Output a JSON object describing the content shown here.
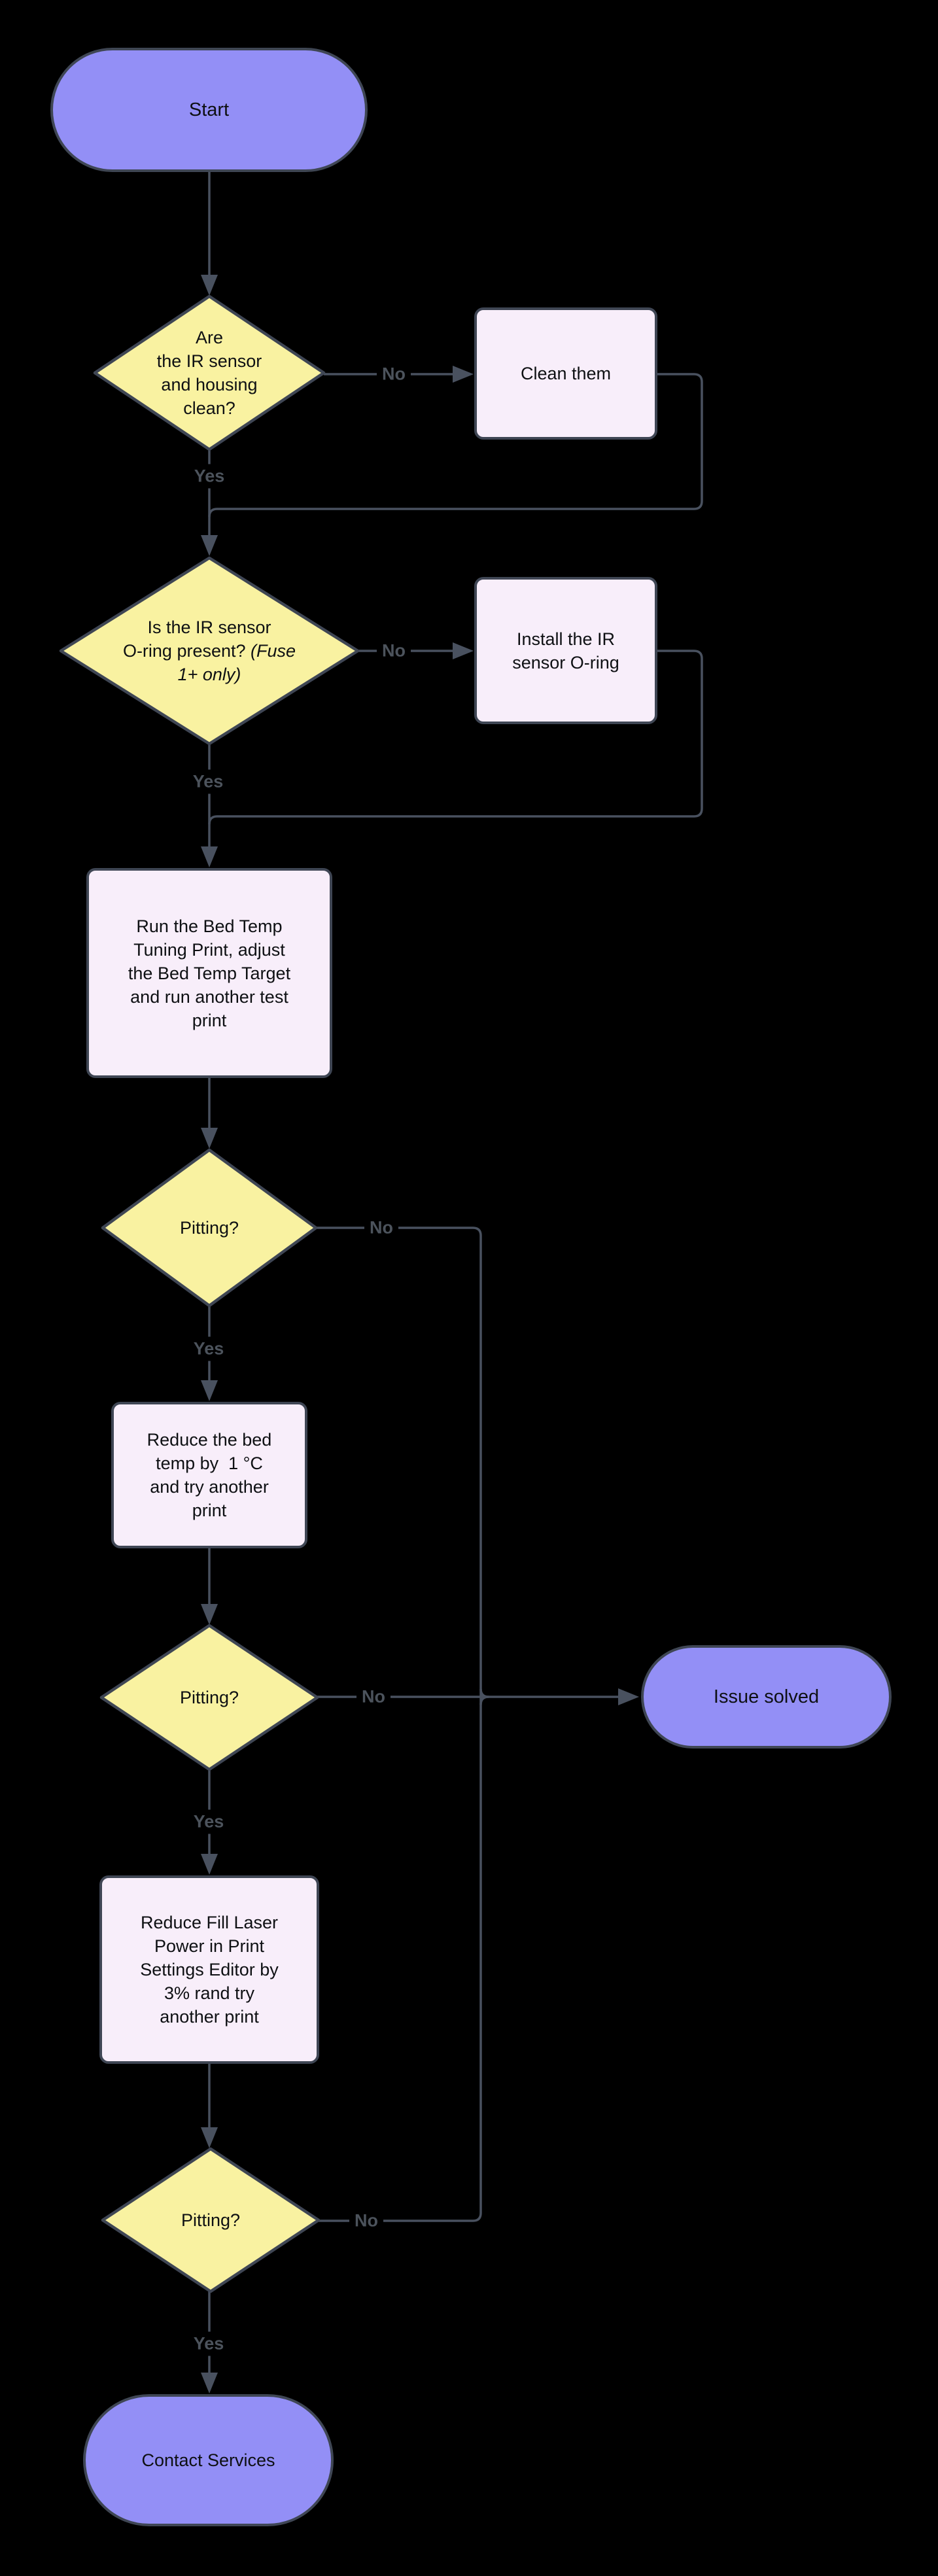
{
  "theme": {
    "background": "#000000",
    "node_border": "#3f4654",
    "edge_line": "#49515f",
    "stadium_fill": "#938ff6",
    "decision_fill": "#f9f2a1",
    "process_fill": "#f8eefa",
    "node_text": "#0e1013",
    "edge_label_text": "#4c535c"
  },
  "nodes": {
    "start": {
      "type": "stadium",
      "label": "Start"
    },
    "d_clean": {
      "type": "decision",
      "label": "Are\nthe IR sensor\nand housing\nclean?"
    },
    "clean": {
      "type": "process",
      "label": "Clean them"
    },
    "d_oring": {
      "type": "decision",
      "line1": "Is the IR sensor",
      "line2_normal": "O-ring present? ",
      "line2_italic": "(Fuse",
      "line3_italic": "1+ only)"
    },
    "install": {
      "type": "process",
      "label": "Install the IR\nsensor O-ring"
    },
    "run_tuning": {
      "type": "process",
      "label": "Run the Bed Temp\nTuning Print, adjust\nthe Bed Temp Target\nand run another test\nprint"
    },
    "pitting1": {
      "type": "decision",
      "label": "Pitting?"
    },
    "reduce_bed": {
      "type": "process",
      "label": "Reduce the bed\ntemp by  1 °C\nand try another\nprint"
    },
    "pitting2": {
      "type": "decision",
      "label": "Pitting?"
    },
    "issue_solved": {
      "type": "stadium",
      "label": "Issue solved"
    },
    "reduce_fill": {
      "type": "process",
      "label": "Reduce Fill Laser\nPower in Print\nSettings Editor by\n3% rand try\nanother print"
    },
    "pitting3": {
      "type": "decision",
      "label": "Pitting?"
    },
    "contact": {
      "type": "stadium",
      "label": "Contact Services"
    }
  },
  "edge_labels": {
    "clean_no": "No",
    "clean_yes": "Yes",
    "oring_no": "No",
    "oring_yes": "Yes",
    "pitting1_no": "No",
    "pitting1_yes": "Yes",
    "pitting2_no": "No",
    "pitting2_yes": "Yes",
    "pitting3_no": "No",
    "pitting3_yes": "Yes"
  }
}
